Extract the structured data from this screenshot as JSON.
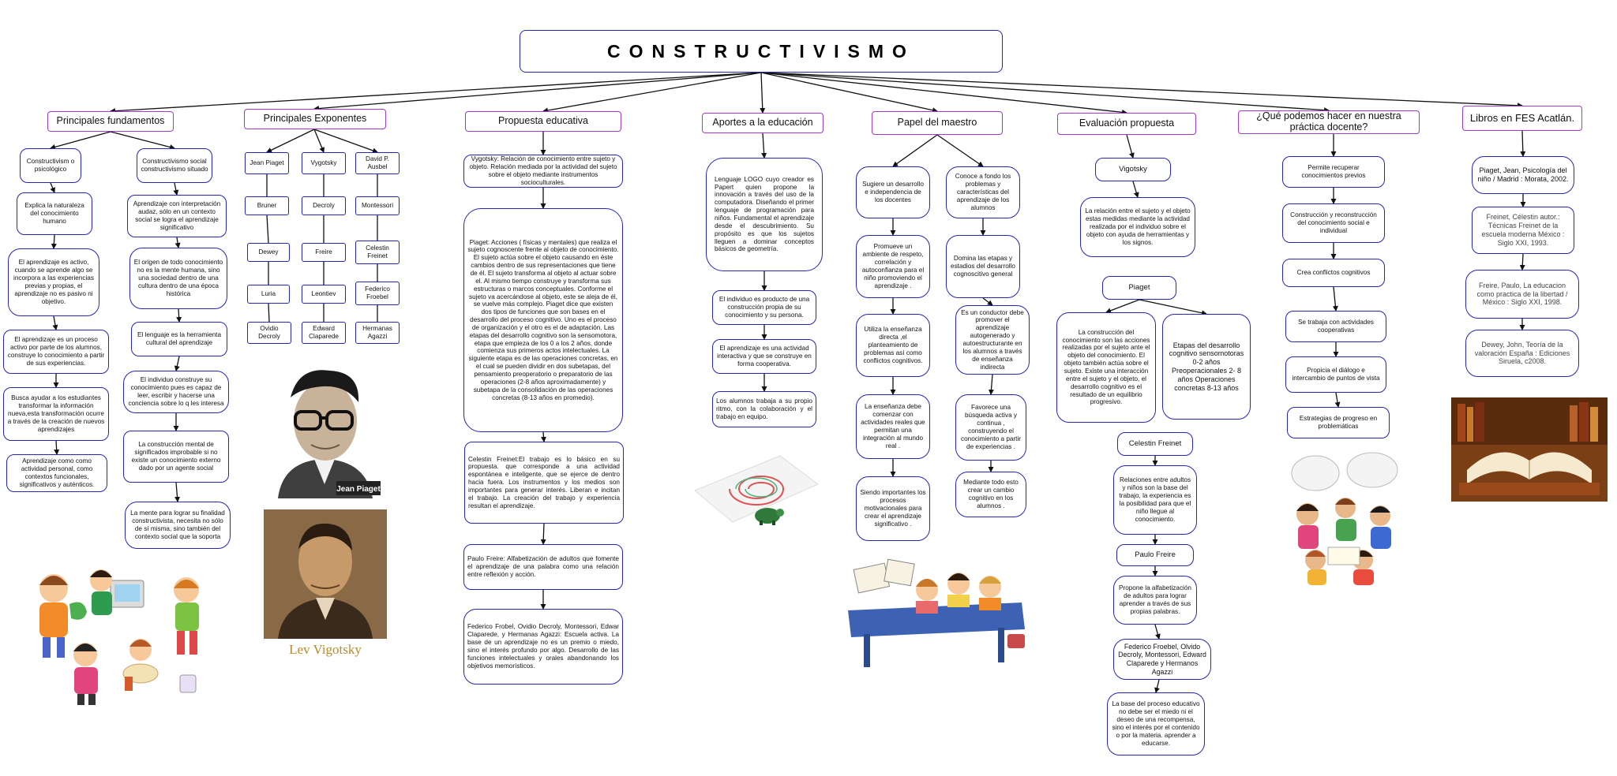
{
  "title": "CONSTRUCTIVISMO",
  "columns": {
    "fundamentos": {
      "header": "Principales fundamentos",
      "left": [
        "Constructivism o psicológico",
        "Explica la naturaleza del conocimiento humano",
        "El aprendizaje es activo, cuando se aprende algo se incorpora a las experiencias previas y propias, el aprendizaje no es pasivo ni objetivo.",
        "El aprendizaje es un proceso activo por parte de los alumnos, construye lo conocimiento a partir de sus experiencias.",
        "Busca ayudar a los estudiantes transformar la información nueva,esta transformación ocurre a través de la creación de nuevos aprendizajes",
        "Aprendizaje como como actividad personal, como contextos funcionales, significativos y auténticos."
      ],
      "right": [
        "Constructivismo social constructivismo situado",
        "Aprendizaje con interpretación audaz, sólo en un contexto social se logra el aprendizaje significativo",
        "El origen de todo conocimiento no es la mente humana, sino una sociedad dentro de una cultura dentro de una época histórica",
        "El lenguaje es la herramienta cultural del aprendizaje",
        "El individuo construye su conocimiento  pues es capaz de leer, escribir y hacerse una conciencia sobre lo q les interesa",
        "La construcción mental de significados improbable si no existe un conocimiento externo dado por un agente social",
        "La mente para lograr su finalidad constructivista, necesita no sólo de sí misma, sino también del contexto social que la soporta"
      ]
    },
    "exponentes": {
      "header": "Principales Exponentes",
      "col1": [
        "Jean Piaget",
        "Bruner",
        "Dewey",
        "Luria",
        "Ovidio Decroly"
      ],
      "col2": [
        "Vygotsky",
        "Decroly",
        "Freire",
        "Leontiev",
        "Edward Claparede"
      ],
      "col3": [
        "David P. Ausbel",
        "Montessori",
        "Celestin Freinet",
        "Federico Froebel",
        "Hermanas Agazzi"
      ],
      "photo1_caption": "Jean Piaget",
      "photo2_caption": "Lev Vigotsky"
    },
    "propuesta": {
      "header": "Propuesta educativa",
      "items": [
        "Vygotsky: Relación de conocimiento entre sujeto y objeto. Relación mediada por la actividad del sujeto sobre el objeto mediante instrumentos socioculturales.",
        "Piaget: Acciones ( físicas y mentales) que realiza el sujeto cognoscente frente al objeto de conocimiento. El sujeto actúa sobre el objeto causando en éste cambios dentro de sus representaciones que tiene de él. El sujeto transforma al objeto al actuar sobre el. Al mismo tiempo construye y transforma sus estructuras o marcos conceptuales. Conforme el sujeto va acercándose al objeto, este se aleja de él, se vuelve más complejo. Piaget dice que existen dos tipos de funciones que son bases en el desarrollo del proceso cognitivo. Uno es el proceso de organización y el otro es el de adaptación. Las etapas del desarrollo cognitivo son la sensomotora, etapa que empieza  de los 0 a los 2 años, donde comienza sus primeros actos intelectuales. La siguiente etapa es de las operaciones concretas, en el cual se pueden dividir en dos subetapas, del pensamiento preoperatorio o preparatorio de las operaciones (2-8 años aproximadamente) y subetapa de la consolidación de las operaciones concretas (8-13 años en promedio).",
        "Celestin Freinet:El trabajo es lo básico en su propuesta. que corresponde a una actividad espontánea e inteligente, que se ejerce de dentro hacia fuera. Los instrumentos y los medios son importantes para generar interés. Liberan e incitan el trabajo. La creación del trabajo y experiencia resultan el aprendizaje.",
        "Paulo Freire: Alfabetización de adultos que fomente el aprendizaje de una palabra como una relación entre reflexión y acción.",
        "Federico Frobel, Ovidio Decroly, Montessori, Edwar Claparede, y Hermanas Agazzi: Escuela activa. La base de un aprendizaje no es un premio o miedo, sino el interés profundo por algo. Desarrollo de las funciones intelectuales y orales abandonando los objetivos memorísticos."
      ]
    },
    "aportes": {
      "header": "Aportes a la educación",
      "items": [
        "Lenguaje LOGO cuyo creador es Papert quien propone la innovación a través del uso de la computadora. Diseñando el primer lenguaje de programación para niños. Fundamental el aprendizaje desde el descubrimiento. Su propósito es que los sujetos lleguen a dominar conceptos básicos de geometría.",
        "El individuo es producto de una construcción propia de su conocimiento y su persona.",
        "El aprendizaje es una actividad interactiva y que se construye en forma cooperativa.",
        "Los alumnos trabaja a su propio ritmo, con la colaboración y el trabajo en equipo."
      ]
    },
    "maestro": {
      "header": "Papel del maestro",
      "left": [
        "Sugiere un desarrollo e independencia de los docentes",
        "Promueve un ambiente de respeto, correlación y autoconfianza para el niño promoviendo el aprendizaje .",
        "Utiliza la enseñanza directa ,el planteamiento de problemas así como conflictos cognitivos.",
        "La enseñanza debe comenzar con actividades reales que permitan una integración al mundo real .",
        "Siendo importantes los procesos motivacionales para crear el aprendizaje significativo ."
      ],
      "right": [
        "Conoce a fondo los problemas y características del aprendizaje de los alumnos",
        "Domina las etapas y estadios del desarrollo cognoscitivo general",
        "Es un conductor debe promover el aprendizaje autogenerado y autoestructurante en los alumnos a través de enseñanza indirecta",
        "Favorece una búsqueda activa y continua , construyendo el conocimiento a partir de experiencias .",
        "Mediante todo esto crear un cambio cognitivo en los alumnos ."
      ]
    },
    "evaluacion": {
      "header": "Evaluación propuesta",
      "vigotsky": "Vigotsky",
      "vigotsky_text": "La relación entre el sujeto y el objeto estas medidas mediante la actividad realizada por el individuo sobre el objeto con ayuda de herramientas y los signos.",
      "piaget": "Piaget",
      "piaget_left": "La construcción del conocimiento son las acciones realizadas por el sujeto ante el objeto del conocimiento. El objeto también actúa sobre el sujeto. Existe una interacción entre el sujeto y el objeto, el desarrollo cognitivo es el resultado de un equilibrio progresivo.",
      "piaget_right": "Etapas del desarrollo cognitivo sensomotoras 0-2 años Preoperacionales 2- 8 años Operaciones concretas 8-13 años",
      "freinet": "Celestin Freinet",
      "freinet_text": "Relaciones entre adultos  y niños son la base del trabajo, la experiencia es la posibilidad para que el niño llegue al conocimiento.",
      "freire": "Paulo Freire",
      "freire_text": "Propone la alfabetización de adultos para lograr aprender a través de sus propias palabras.",
      "froebel": "Federico Froebel, Olvido Decroly, Montessori, Edward Claparede y Hermanos Agazzi",
      "froebel_text": "La base del proceso educativo no debe ser el miedo ni el deseo de una recompensa, sino el interés por el contenido o por la materia. aprender a educarse."
    },
    "practica": {
      "header": "¿Qué podemos hacer en nuestra práctica docente?",
      "items": [
        "Permite recuperar conocimientos previos",
        "Construcción y reconstrucción del conocimiento social e individual",
        "Crea conflictos cognitivos",
        "Se trabaja con actividades cooperativas",
        "Propicia el diálogo e intercambio de puntos de vista",
        "Estrategias de progreso en problemáticas"
      ]
    },
    "libros": {
      "header": "Libros en FES Acatlán.",
      "items": [
        "Piaget, Jean, Psicología del niño / Madrid : Morata, 2002.",
        "Freinet, Célestin autor.: Técnicas Freinet de la escuela moderna México : Siglo XXI, 1993.",
        "Freire, Paulo, La educacion como practica de la libertad / México : Siglo XXI, 1998.",
        "Dewey, John, Teoría de la valoración España : Ediciones Siruela, c2008."
      ]
    }
  }
}
